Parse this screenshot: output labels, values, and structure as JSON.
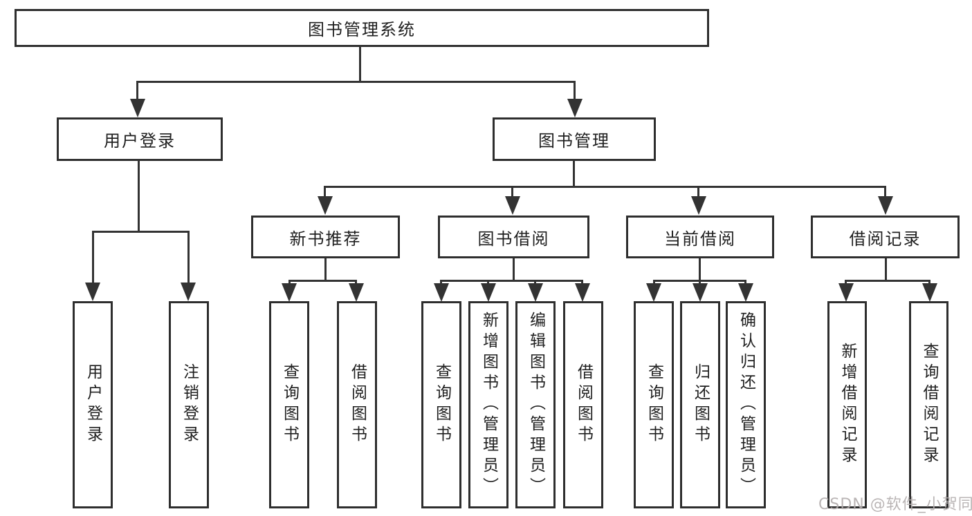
{
  "nodes": {
    "root": "图书管理系统",
    "user_login": "用户登录",
    "book_management": "图书管理",
    "new_book_recommendation": "新书推荐",
    "book_borrowing": "图书借阅",
    "current_borrowing": "当前借阅",
    "borrowing_records": "借阅记录"
  },
  "leaves": {
    "user_login": [
      "用户登录",
      "注销登录"
    ],
    "new_book_recommendation": [
      "查询图书",
      "借阅图书"
    ],
    "book_borrowing": [
      "查询图书",
      "新增图书（管理员）",
      "编辑图书（管理员）",
      "借阅图书"
    ],
    "current_borrowing": [
      "查询图书",
      "归还图书",
      "确认归还（管理员）"
    ],
    "borrowing_records": [
      "新增借阅记录",
      "查询借阅记录"
    ]
  },
  "watermark": "CSDN @软件_小贺同学",
  "colors": {
    "line": "#333333",
    "box_border": "#2e2e2e",
    "text": "#1f1f1f",
    "background": "#ffffff",
    "watermark": "#b3aeae"
  }
}
